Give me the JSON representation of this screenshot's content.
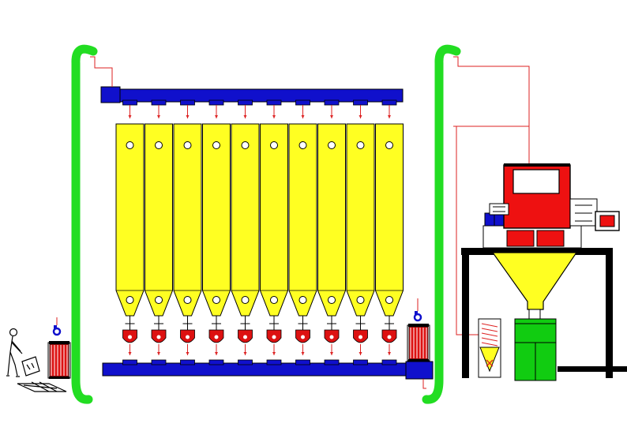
{
  "colors": {
    "background": "#ffffff",
    "elevator": "#22dd22",
    "conveyor": "#1010cc",
    "silo": "#ffff22",
    "valve": "#dd1111",
    "pipe": "#dd2222",
    "outline": "#000000",
    "filler": "#ee1111",
    "bag": "#11cc11",
    "frame": "#000000"
  },
  "diagram": {
    "silo_count": 10,
    "left_elevator_icon": "bucket-elevator",
    "right_elevator_icon": "bucket-elevator",
    "operator_icon": "worker-figure",
    "packing_machine_icon": "bagging-machine"
  }
}
